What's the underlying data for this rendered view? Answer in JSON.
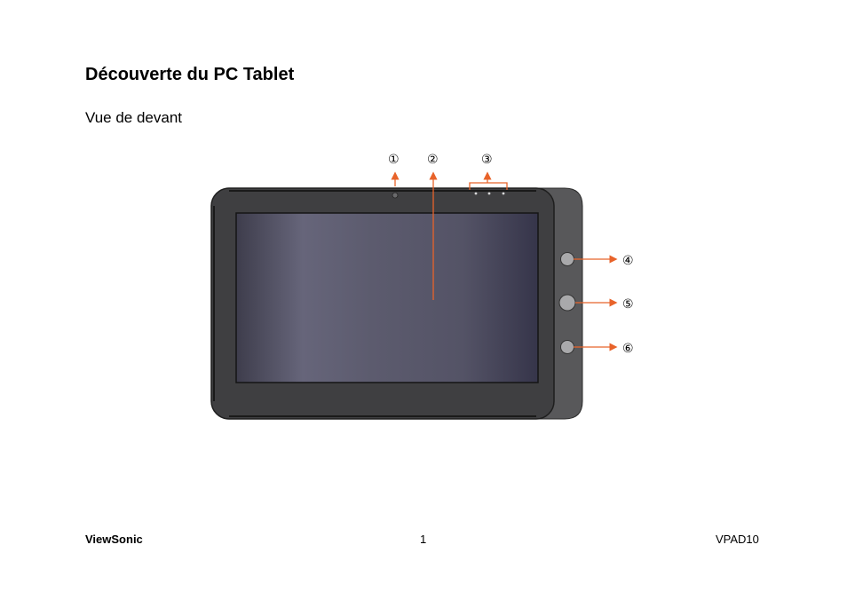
{
  "page": {
    "title": "Découverte du PC Tablet",
    "subtitle": "Vue de devant"
  },
  "figure": {
    "callouts": [
      "①",
      "②",
      "③",
      "④",
      "⑤",
      "⑥"
    ],
    "colors": {
      "arrow": "#e8632a",
      "body": "#3f3f41",
      "side_panel": "#58585a",
      "button": "#a9a9ab"
    }
  },
  "footer": {
    "brand": "ViewSonic",
    "page_number": "1",
    "model": "VPAD10"
  }
}
